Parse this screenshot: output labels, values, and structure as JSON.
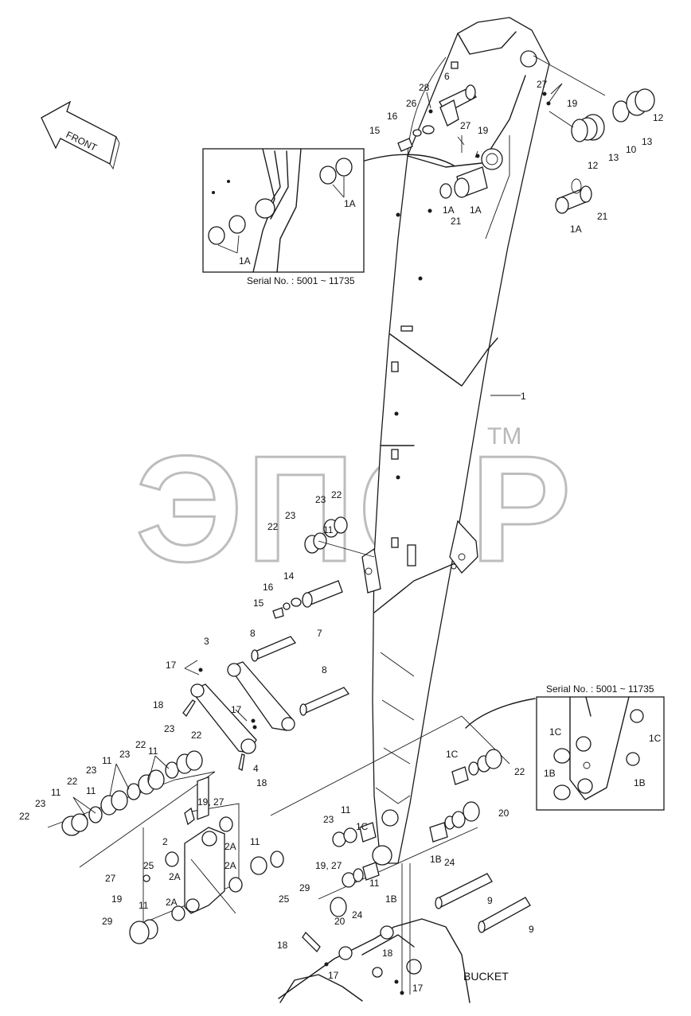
{
  "watermark": {
    "text": "ЭПСР",
    "trademark": "TM"
  },
  "front_arrow": {
    "label": "FRONT"
  },
  "bucket_label": "BUCKET",
  "insets": [
    {
      "serial_label": "Serial No. : 5001 ~ 11735",
      "callouts": [
        "1A",
        "1A"
      ]
    },
    {
      "serial_label": "Serial No. : 5001 ~ 11735",
      "callouts": [
        "1C",
        "1C",
        "1B",
        "1B"
      ]
    }
  ],
  "callouts": [
    "1",
    "1A",
    "1A",
    "1A",
    "1B",
    "1B",
    "1C",
    "1C",
    "2",
    "2A",
    "2A",
    "2A",
    "2A",
    "3",
    "4",
    "6",
    "7",
    "8",
    "8",
    "9",
    "9",
    "10",
    "11",
    "11",
    "11",
    "11",
    "11",
    "11",
    "11",
    "11",
    "11",
    "12",
    "12",
    "13",
    "13",
    "14",
    "15",
    "15",
    "16",
    "16",
    "17",
    "17",
    "17",
    "17",
    "18",
    "18",
    "18",
    "18",
    "19",
    "19",
    "19",
    "19, 27",
    "19, 27",
    "20",
    "20",
    "21",
    "21",
    "22",
    "22",
    "22",
    "22",
    "22",
    "22",
    "22",
    "23",
    "23",
    "23",
    "23",
    "23",
    "23",
    "23",
    "24",
    "24",
    "25",
    "25",
    "26",
    "27",
    "27",
    "27",
    "28",
    "29",
    "29"
  ]
}
